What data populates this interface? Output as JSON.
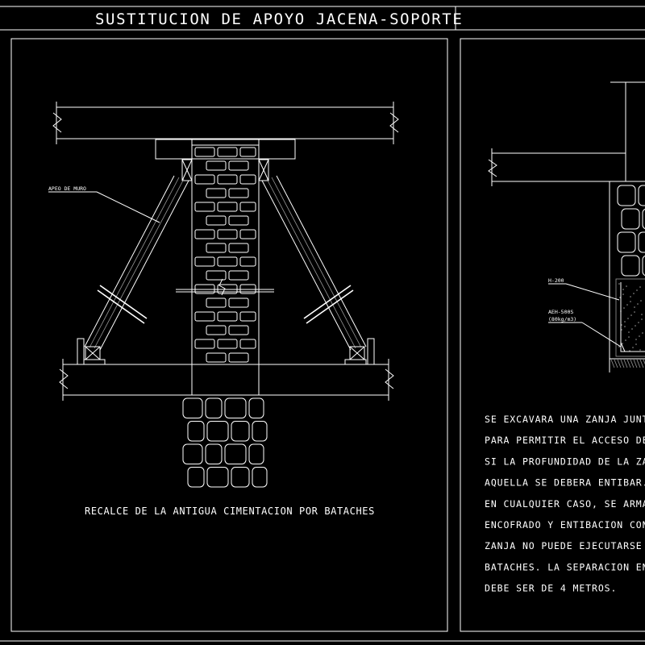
{
  "sheet": {
    "title": "SUSTITUCION DE APOYO JACENA-SOPORTE",
    "colors": {
      "background": "#000000",
      "lines": "#ffffff",
      "hatch": "#9a9a9a"
    }
  },
  "left_detail": {
    "caption": "RECALCE DE LA ANTIGUA CIMENTACION POR BATACHES",
    "label_strut": "APEO DE MURO"
  },
  "right_detail": {
    "label_concrete": "H-200",
    "label_steel_line1": "AEH-500S",
    "label_steel_line2": "(80kg/m3)",
    "notes": [
      "SE EXCAVARA UNA ZANJA JUNTO",
      "PARA PERMITIR EL ACCESO DE",
      "SI LA PROFUNDIDAD DE LA ZAN",
      "AQUELLA SE DEBERA ENTIBAR.",
      "EN CUALQUIER CASO, SE ARMAR",
      "ENCOFRADO Y ENTIBACION CONT",
      "ZANJA NO PUEDE EJECUTARSE",
      "BATACHES. LA SEPARACION ENT",
      "DEBE SER DE 4 METROS."
    ]
  }
}
